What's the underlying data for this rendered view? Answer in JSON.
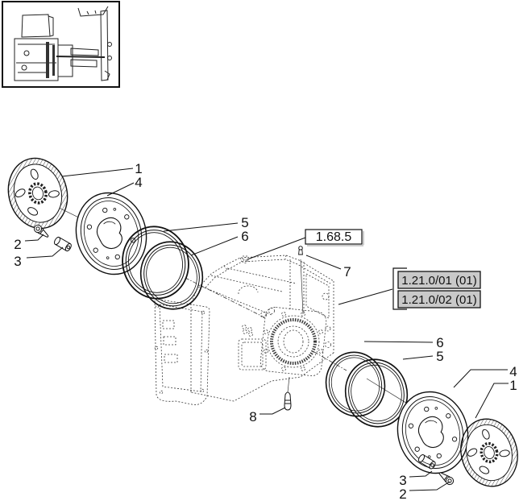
{
  "figure": {
    "kind": "exploded-parts-diagram",
    "subject": "transmission brakes exploded view with housing"
  },
  "thumbnail": {
    "description": "tractor transmission side view overview"
  },
  "refs": {
    "section": "1.68.5",
    "variants": [
      "1.21.0/01 (01)",
      "1.21.0/02 (01)"
    ],
    "variant_highlight": "#c9c9c9"
  },
  "callouts": [
    "1",
    "4",
    "2",
    "3",
    "5",
    "6",
    "7",
    "8",
    "6",
    "5",
    "4",
    "1",
    "3",
    "2"
  ]
}
